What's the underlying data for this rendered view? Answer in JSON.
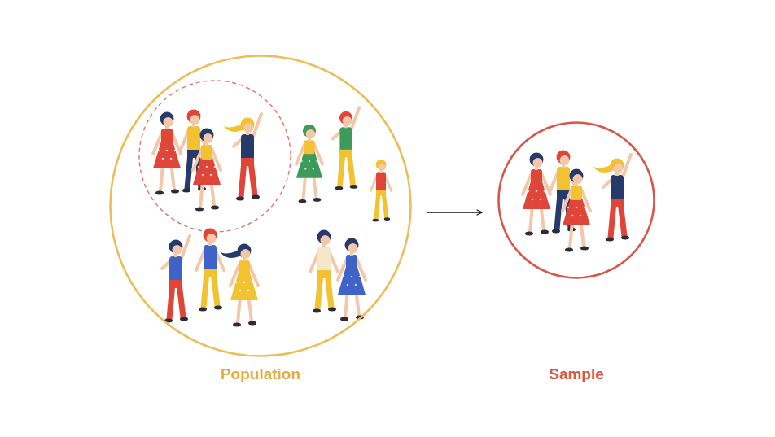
{
  "diagram": {
    "nodes": [
      {
        "text": [
          "Population"
        ]
      },
      {
        "text": [
          "Sample"
        ]
      }
    ],
    "edges": [
      {
        "from": 0,
        "to": 1,
        "arrow": "to"
      }
    ]
  }
}
